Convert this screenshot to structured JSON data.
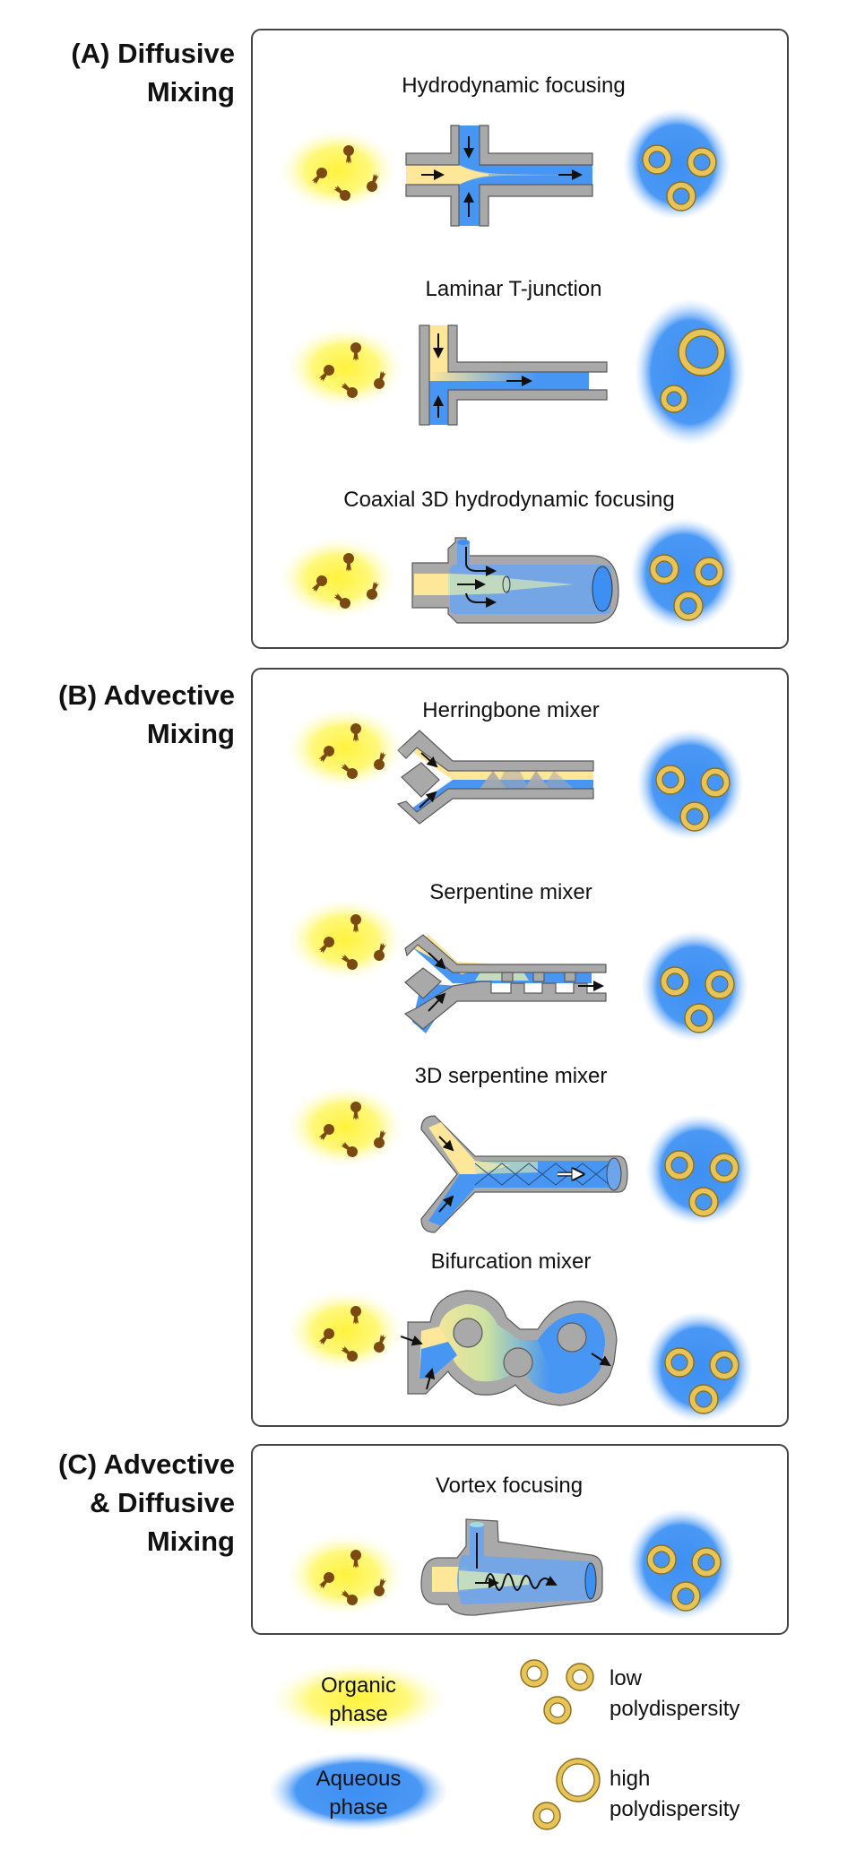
{
  "figure": {
    "colors": {
      "organic": "#fff45a",
      "aqueous": "#4896f4",
      "wall": "#a9a9a9",
      "vesicle": "#e6c45a",
      "lipid": "#7a4a12"
    },
    "sections": [
      {
        "label_lines": [
          "(A) Diffusive",
          "Mixing"
        ],
        "methods": [
          {
            "title": "Hydrodynamic focusing",
            "outcome": "low polydispersity"
          },
          {
            "title": "Laminar T-junction",
            "outcome": "high polydispersity"
          },
          {
            "title": "Coaxial 3D hydrodynamic focusing",
            "outcome": "low polydispersity"
          }
        ]
      },
      {
        "label_lines": [
          "(B) Advective",
          "Mixing"
        ],
        "methods": [
          {
            "title": "Herringbone mixer",
            "outcome": "low polydispersity"
          },
          {
            "title": "Serpentine mixer",
            "outcome": "low polydispersity"
          },
          {
            "title": "3D serpentine mixer",
            "outcome": "low polydispersity"
          },
          {
            "title": "Bifurcation mixer",
            "outcome": "low polydispersity"
          }
        ]
      },
      {
        "label_lines": [
          "(C) Advective",
          "& Diffusive",
          "Mixing"
        ],
        "methods": [
          {
            "title": "Vortex focusing",
            "outcome": "low polydispersity"
          }
        ]
      }
    ],
    "legend": {
      "organic": [
        "Organic",
        "phase"
      ],
      "aqueous": [
        "Aqueous",
        "phase"
      ],
      "low": [
        "low",
        "polydispersity"
      ],
      "high": [
        "high",
        "polydispersity"
      ]
    }
  }
}
